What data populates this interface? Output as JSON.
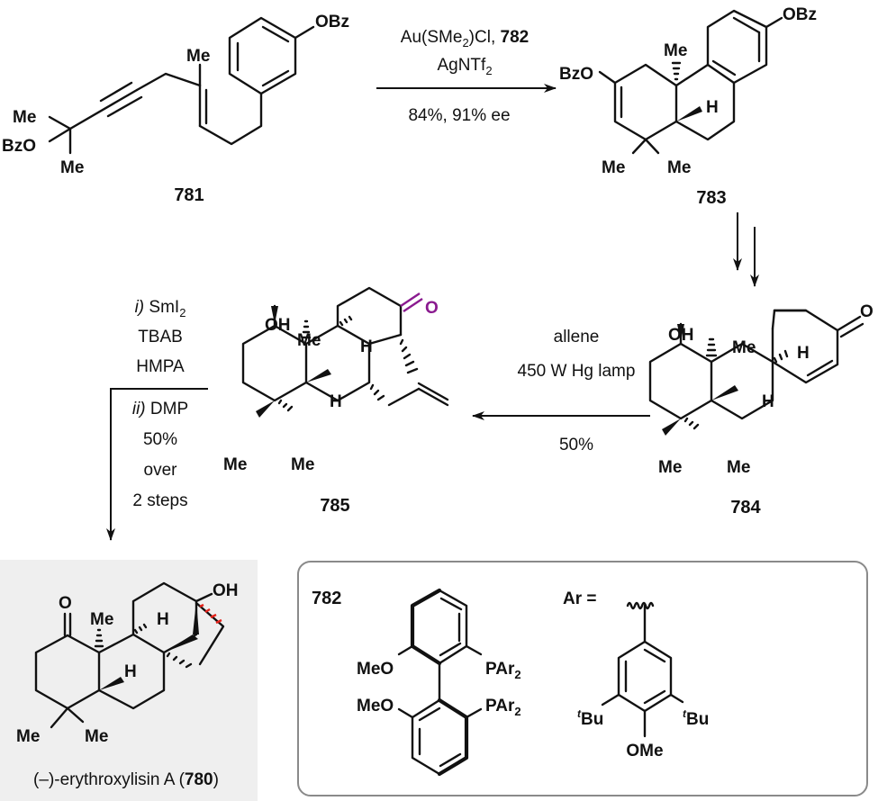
{
  "scheme": {
    "compounds": {
      "c781": {
        "id": "781",
        "substituents": {
          "obz_top": "OBz",
          "me_alkene": "Me",
          "me_top": "Me",
          "bzo": "BzO",
          "me_bottom": "Me"
        }
      },
      "c783": {
        "id": "783",
        "substituents": {
          "obz": "OBz",
          "bzo": "BzO",
          "me_angular": "Me",
          "h": "H",
          "me_left": "Me",
          "me_right": "Me"
        }
      },
      "c784": {
        "id": "784",
        "substituents": {
          "oh": "OH",
          "me_angular": "Me",
          "h_top": "H",
          "h_mid": "H",
          "o": "O",
          "me_left": "Me",
          "me_right": "Me"
        }
      },
      "c785": {
        "id": "785",
        "substituents": {
          "oh": "OH",
          "me_angular": "Me",
          "h_top": "H",
          "h_mid": "H",
          "o": "O",
          "me_left": "Me",
          "me_right": "Me"
        }
      },
      "c780": {
        "id": "780",
        "name_prefix": "(–)-erythroxylisin A (",
        "name_suffix": ")",
        "substituents": {
          "o": "O",
          "me_angular": "Me",
          "h_top": "H",
          "h_mid": "H",
          "oh": "OH",
          "me_left": "Me",
          "me_right": "Me"
        }
      }
    },
    "reactions": {
      "r1": {
        "line1_a": "Au(SMe",
        "line1_sub": "2",
        "line1_b": ")Cl, ",
        "line1_bold": "782",
        "line2_a": "AgNTf",
        "line2_sub": "2",
        "below": "84%, 91% ee"
      },
      "r2": {
        "line1": "allene",
        "line2": "450 W Hg lamp",
        "below": "50%"
      },
      "r3": {
        "step1_prefix": "i)",
        "step1_a": " SmI",
        "step1_sub": "2",
        "step1_line2": "TBAB",
        "step1_line3": "HMPA",
        "step2_prefix": "ii)",
        "step2_a": " DMP",
        "step2_line2": "50%",
        "step2_line3": "over",
        "step2_line4": "2 steps"
      }
    },
    "ligand_box": {
      "label": "782",
      "meo_top": "MeO",
      "meo_bottom": "MeO",
      "par2_top": "PAr",
      "par2_top_sub": "2",
      "par2_bottom": "PAr",
      "par2_bottom_sub": "2",
      "ar_def": "Ar =",
      "tbu_left_sup": "t",
      "tbu_left": "Bu",
      "tbu_right_sup": "t",
      "tbu_right": "Bu",
      "ome": "OMe"
    },
    "colors": {
      "ketone_highlight": "#8a1a8f",
      "new_bond_highlight": "#e5231b",
      "product_background": "#efefef",
      "box_border": "#8a8a8a"
    }
  }
}
